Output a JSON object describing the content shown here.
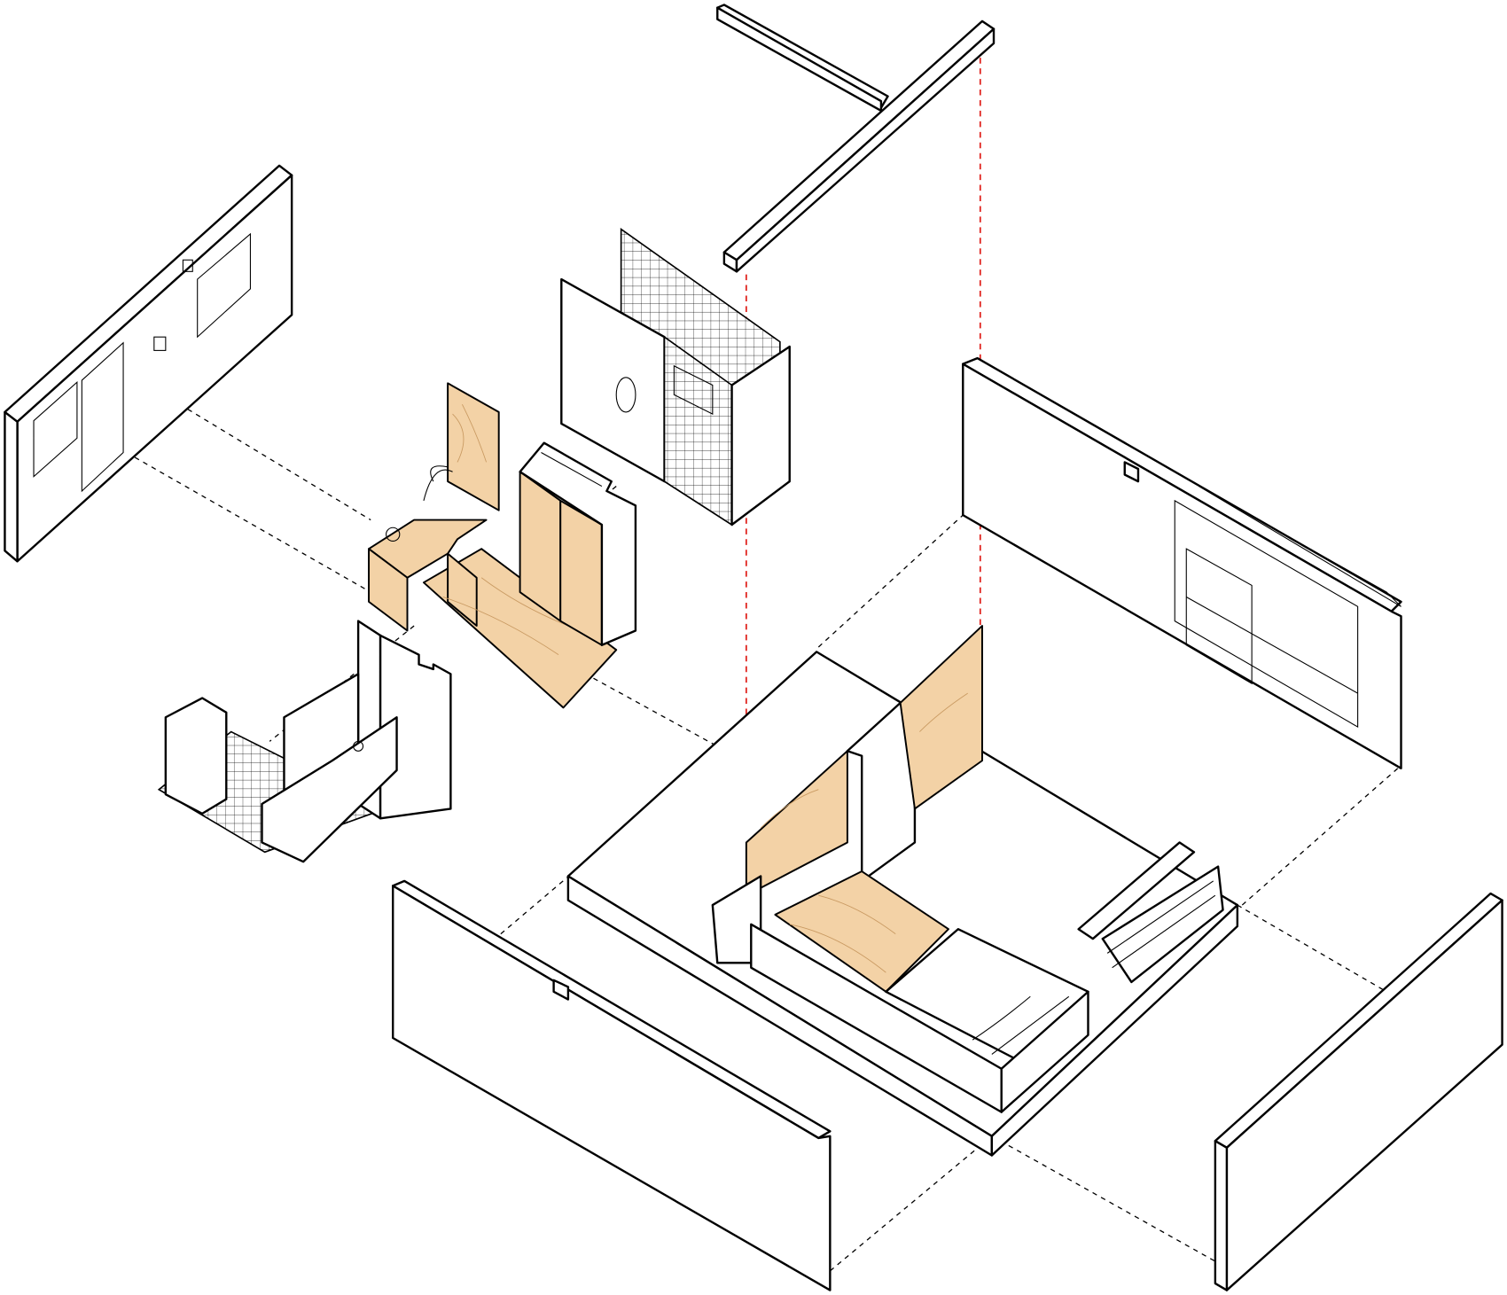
{
  "diagram": {
    "type": "exploded-axonometric",
    "colors": {
      "line": "#000000",
      "plywood": "#f3d2a6",
      "grain": "#c99a62",
      "alignment_guide": "#e0201b",
      "background": "#ffffff"
    },
    "components": [
      "left-wall",
      "steel-beam",
      "bathroom-pod",
      "plywood-kitchen-unit",
      "wardrobe",
      "kitchen-module",
      "back-right-wall",
      "floor-platform",
      "sleeping-module",
      "bed",
      "radiator",
      "front-left-wall",
      "front-right-wall"
    ]
  }
}
